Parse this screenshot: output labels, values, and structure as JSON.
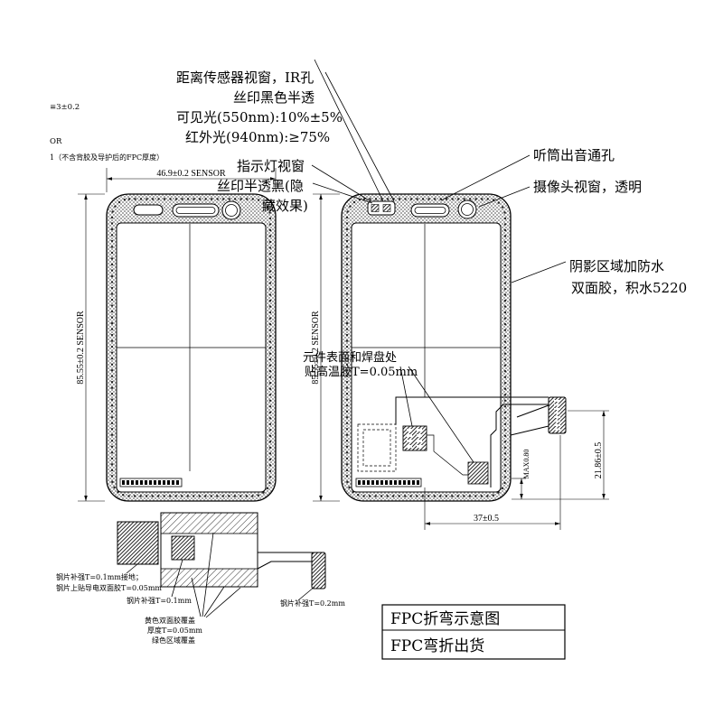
{
  "notes": {
    "tolerance_fragment": "≡3±0.2",
    "or_fragment": "OR",
    "fpc_thickness_fragment": "1（不含背胶及导护后的FPC厚度）"
  },
  "front_view": {
    "width_dimension": "46.9±0.2 SENSOR",
    "height_dimension": "85.55±0.2 SENSOR"
  },
  "back_view": {
    "height_dimension": "85.55±0.2 SENSOR",
    "fpc_width_dimension": "37±0.5",
    "fpc_height_dimension": "21.86±0.5",
    "max_thickness": "MAX0.80"
  },
  "callouts": {
    "proximity_sensor": {
      "line1": "距离传感器视窗，IR孔",
      "line2": "丝印黑色半透",
      "line3": "可见光(550nm):10%±5%",
      "line4": "红外光(940nm):≥75%"
    },
    "indicator_window": {
      "line1": "指示灯视窗",
      "line2": "丝印半透黑(隐",
      "line3": "藏效果)"
    },
    "receiver_hole": "听筒出音通孔",
    "camera_window": "摄像头视窗，透明",
    "waterproof_area": {
      "line1": "阴影区域加防水",
      "line2": "双面胶，积水5220"
    },
    "component_tape": {
      "line1": "元件表面和焊盘处",
      "line2": "贴高温胶T=0.05mm"
    }
  },
  "fpc_bend_labels": {
    "steel_ground_1": "钢片补强T=0.1mm接地；",
    "steel_ground_2": "钢片上贴导电双面胶T=0.05mm",
    "steel_01": "钢片补强T=0.1mm",
    "adhesive_1": "黄色双面胶覆盖",
    "adhesive_2": "厚度T=0.05mm",
    "adhesive_3": "绿色区域覆盖",
    "steel_02": "钢片补强T=0.2mm"
  },
  "legend_box": {
    "row1": "FPC折弯示意图",
    "row2": "FPC弯折出货"
  }
}
